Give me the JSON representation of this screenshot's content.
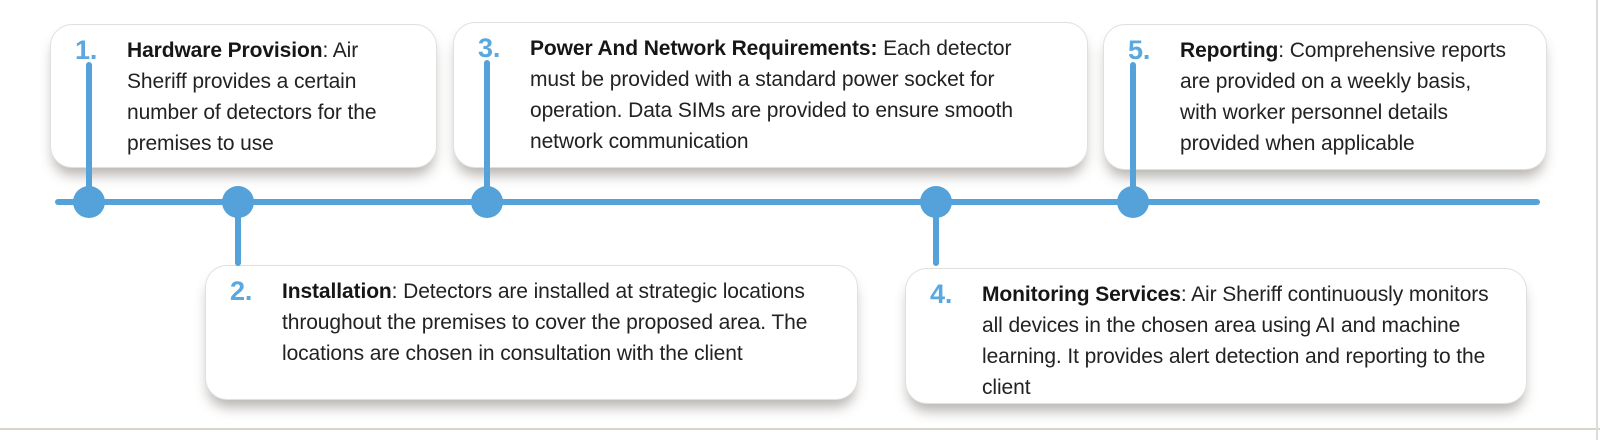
{
  "page": {
    "background": "#ffffff",
    "accent_color": "#55a2db",
    "number_color": "#5ba7df",
    "text_color": "#222222"
  },
  "timeline": {
    "type": "process-timeline",
    "orientation": "horizontal",
    "steps": [
      {
        "number": "1.",
        "title": "Hardware Provision",
        "body": ": Air Sheriff provides a certain number of detectors for the premises to use",
        "position": "top"
      },
      {
        "number": "2.",
        "title": "Installation",
        "body": ": Detectors are installed at strategic locations throughout the premises to cover the proposed area. The locations are chosen in consultation with the client",
        "position": "bottom"
      },
      {
        "number": "3.",
        "title": "Power And Network Requirements:",
        "body": " Each detector must be provided with a standard power socket for operation. Data SIMs are provided to ensure smooth network communication",
        "position": "top"
      },
      {
        "number": "4.",
        "title": "Monitoring Services",
        "body": ": Air Sheriff continuously monitors all devices in the chosen area using AI and machine learning. It provides alert detection and reporting to the client",
        "position": "bottom"
      },
      {
        "number": "5.",
        "title": "Reporting",
        "body": ": Comprehensive reports are provided on a weekly basis, with worker personnel details provided when applicable",
        "position": "top"
      }
    ]
  }
}
